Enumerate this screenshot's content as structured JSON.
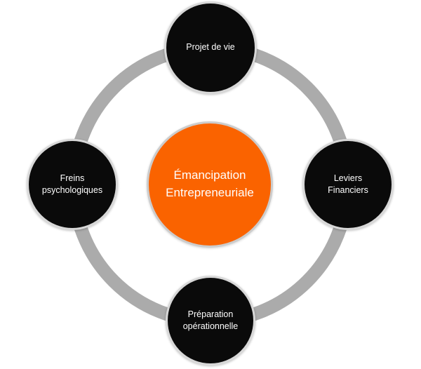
{
  "diagram": {
    "center": {
      "label": "Émancipation\nEntrepreneuriale",
      "fill_color": "#fa6300",
      "text_color": "#ffffff"
    },
    "nodes": [
      {
        "position": "top",
        "label": "Projet de vie"
      },
      {
        "position": "right",
        "label": "Leviers\nFinanciers"
      },
      {
        "position": "bottom",
        "label": "Préparation\nopérationnelle"
      },
      {
        "position": "left",
        "label": "Freins\npsychologiques"
      }
    ],
    "node_fill_color": "#0a0a0a",
    "node_text_color": "#ffffff",
    "node_border_color": "#d8d8d8",
    "ring_color": "#ababab",
    "background_color": "#ffffff"
  }
}
